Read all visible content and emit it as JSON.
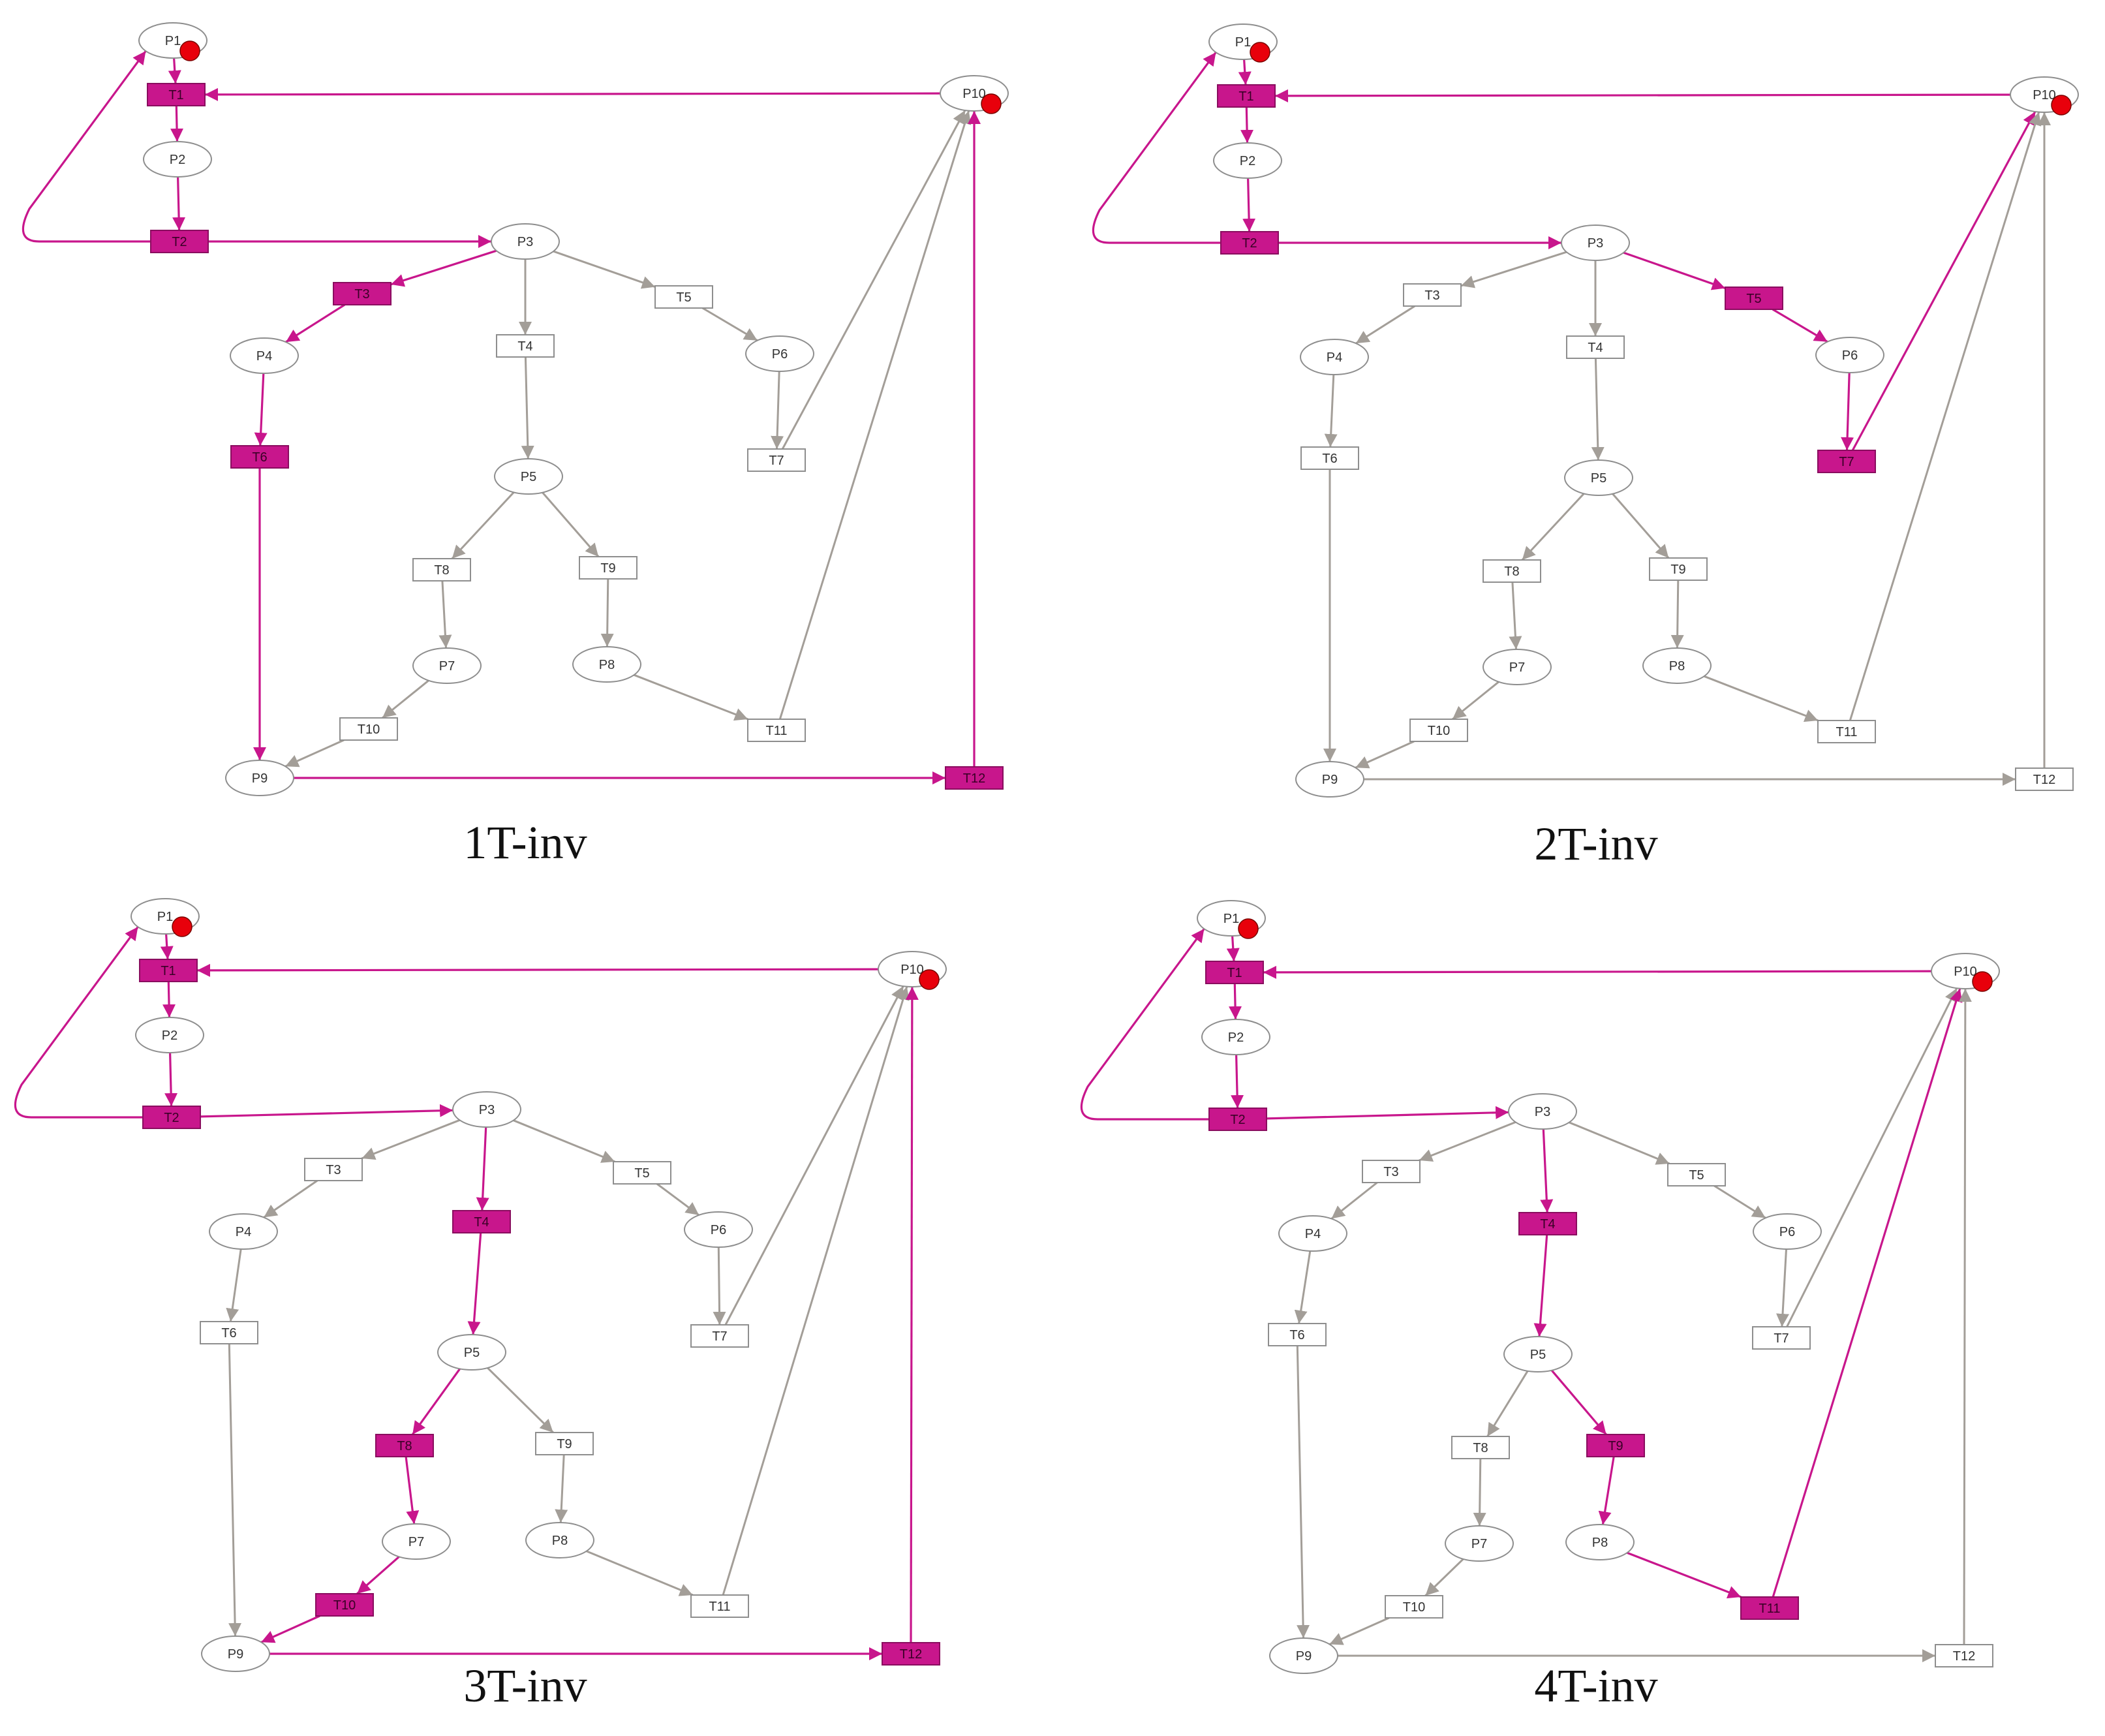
{
  "colors": {
    "active": "#C8168C",
    "inactive": "#A39E98",
    "node_stroke": "#8E8E8E",
    "token": "#E8000B",
    "text": "#333333",
    "caption": "#111111"
  },
  "places": [
    "P1",
    "P2",
    "P3",
    "P4",
    "P5",
    "P6",
    "P7",
    "P8",
    "P9",
    "P10"
  ],
  "transitions": [
    "T1",
    "T2",
    "T3",
    "T4",
    "T5",
    "T6",
    "T7",
    "T8",
    "T9",
    "T10",
    "T11",
    "T12"
  ],
  "marking": [
    "P1",
    "P10"
  ],
  "arcs": [
    [
      "P1",
      "T1"
    ],
    [
      "T1",
      "P2"
    ],
    [
      "P2",
      "T2"
    ],
    [
      "T2",
      "P1"
    ],
    [
      "T2",
      "P3"
    ],
    [
      "P10",
      "T1"
    ],
    [
      "P3",
      "T3"
    ],
    [
      "P3",
      "T4"
    ],
    [
      "P3",
      "T5"
    ],
    [
      "T3",
      "P4"
    ],
    [
      "P4",
      "T6"
    ],
    [
      "T6",
      "P9"
    ],
    [
      "T4",
      "P5"
    ],
    [
      "T5",
      "P6"
    ],
    [
      "P6",
      "T7"
    ],
    [
      "T7",
      "P10"
    ],
    [
      "P5",
      "T8"
    ],
    [
      "P5",
      "T9"
    ],
    [
      "T8",
      "P7"
    ],
    [
      "T9",
      "P8"
    ],
    [
      "P7",
      "T10"
    ],
    [
      "T10",
      "P9"
    ],
    [
      "P8",
      "T11"
    ],
    [
      "T11",
      "P10"
    ],
    [
      "P9",
      "T12"
    ],
    [
      "T12",
      "P10"
    ]
  ],
  "panels": [
    {
      "caption": "1T-inv",
      "highlighted_transitions": [
        "T1",
        "T2",
        "T3",
        "T6",
        "T12"
      ],
      "highlighted_arcs": [
        [
          "P1",
          "T1"
        ],
        [
          "T1",
          "P2"
        ],
        [
          "P2",
          "T2"
        ],
        [
          "T2",
          "P1"
        ],
        [
          "T2",
          "P3"
        ],
        [
          "P10",
          "T1"
        ],
        [
          "P3",
          "T3"
        ],
        [
          "T3",
          "P4"
        ],
        [
          "P4",
          "T6"
        ],
        [
          "T6",
          "P9"
        ],
        [
          "P9",
          "T12"
        ],
        [
          "T12",
          "P10"
        ]
      ]
    },
    {
      "caption": "2T-inv",
      "highlighted_transitions": [
        "T1",
        "T2",
        "T5",
        "T7"
      ],
      "highlighted_arcs": [
        [
          "P1",
          "T1"
        ],
        [
          "T1",
          "P2"
        ],
        [
          "P2",
          "T2"
        ],
        [
          "T2",
          "P1"
        ],
        [
          "T2",
          "P3"
        ],
        [
          "P10",
          "T1"
        ],
        [
          "P3",
          "T5"
        ],
        [
          "T5",
          "P6"
        ],
        [
          "P6",
          "T7"
        ],
        [
          "T7",
          "P10"
        ]
      ]
    },
    {
      "caption": "3T-inv",
      "highlighted_transitions": [
        "T1",
        "T2",
        "T4",
        "T8",
        "T10",
        "T12"
      ],
      "highlighted_arcs": [
        [
          "P1",
          "T1"
        ],
        [
          "T1",
          "P2"
        ],
        [
          "P2",
          "T2"
        ],
        [
          "T2",
          "P1"
        ],
        [
          "T2",
          "P3"
        ],
        [
          "P10",
          "T1"
        ],
        [
          "P3",
          "T4"
        ],
        [
          "T4",
          "P5"
        ],
        [
          "P5",
          "T8"
        ],
        [
          "T8",
          "P7"
        ],
        [
          "P7",
          "T10"
        ],
        [
          "T10",
          "P9"
        ],
        [
          "P9",
          "T12"
        ],
        [
          "T12",
          "P10"
        ]
      ]
    },
    {
      "caption": "4T-inv",
      "highlighted_transitions": [
        "T1",
        "T2",
        "T4",
        "T9",
        "T11"
      ],
      "highlighted_arcs": [
        [
          "P1",
          "T1"
        ],
        [
          "T1",
          "P2"
        ],
        [
          "P2",
          "T2"
        ],
        [
          "T2",
          "P1"
        ],
        [
          "T2",
          "P3"
        ],
        [
          "P10",
          "T1"
        ],
        [
          "P3",
          "T4"
        ],
        [
          "T4",
          "P5"
        ],
        [
          "P5",
          "T9"
        ],
        [
          "T9",
          "P8"
        ],
        [
          "P8",
          "T11"
        ],
        [
          "T11",
          "P10"
        ]
      ]
    }
  ]
}
